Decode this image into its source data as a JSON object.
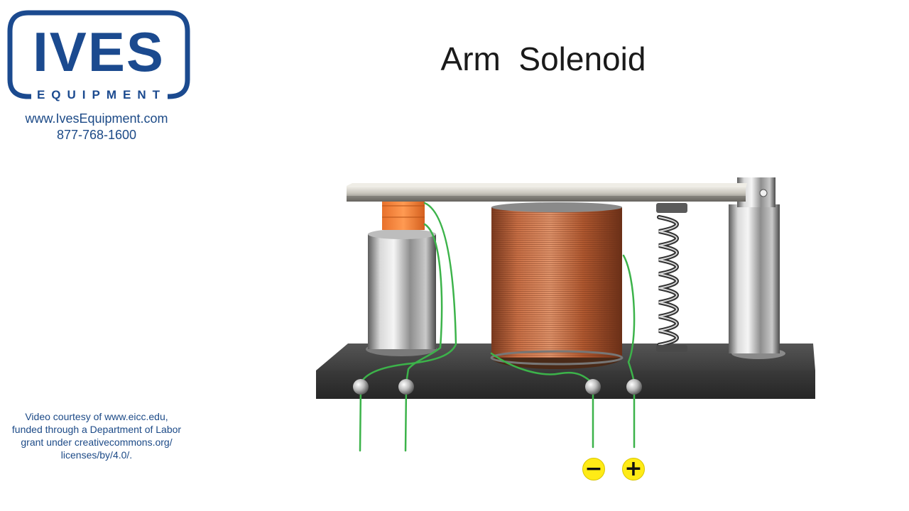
{
  "logo": {
    "main": "IVES",
    "sub": "EQUIPMENT",
    "brand_color": "#1b4a8f"
  },
  "contact": {
    "website": "www.IvesEquipment.com",
    "phone": "877-768-1600"
  },
  "title": "Arm  Solenoid",
  "credit": {
    "lines": [
      "Video courtesy of www.eicc.edu,",
      "funded through a Department of Labor",
      "grant under creativecommons.org/",
      "licenses/by/4.0/."
    ]
  },
  "terminals": {
    "negative": "−",
    "positive": "+"
  },
  "colors": {
    "wire": "#3cb34a",
    "copper": "#b5603a",
    "terminal_marker": "#ffeb16",
    "base": "#3a3a3a"
  }
}
